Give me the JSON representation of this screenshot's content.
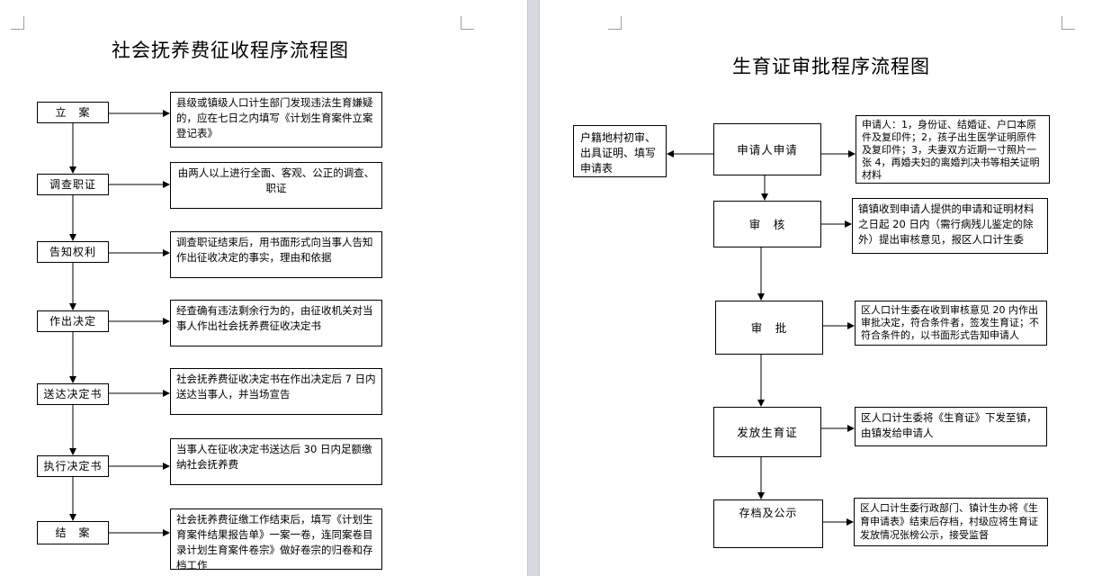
{
  "left_page": {
    "title": "社会抚养费征收程序流程图",
    "steps": [
      {
        "label": "立　案",
        "desc": "县级或镇级人口计生部门发现违法生育嫌疑的，应在七日之内填写《计划生育案件立案登记表》"
      },
      {
        "label": "调查职证",
        "desc": "由两人以上进行全面、客观、公正的调查、职证"
      },
      {
        "label": "告知权利",
        "desc": "调查职证结束后，用书面形式向当事人告知作出征收决定的事实，理由和依据"
      },
      {
        "label": "作出决定",
        "desc": "经查确有违法剩余行为的，由征收机关对当事人作出社会抚养费征收决定书"
      },
      {
        "label": "送达决定书",
        "desc": "社会抚养费征收决定书在作出决定后 7 日内送达当事人，并当场宣告"
      },
      {
        "label": "执行决定书",
        "desc": "当事人在征收决定书送达后 30 日内足额缴纳社会抚养费"
      },
      {
        "label": "结　案",
        "desc": "社会抚养费征缴工作结束后，填写《计划生育案件结果报告单》一案一卷，连同案卷目录计划生育案件卷宗》做好卷宗的归卷和存档工作"
      }
    ]
  },
  "right_page": {
    "title": "生育证审批程序流程图",
    "side_note": "户籍地村初审、出具证明、填写申请表",
    "steps": [
      {
        "label": "申请人申请",
        "desc": "申请人：1，身份证、结婚证、户口本原件及复印件；2，孩子出生医学证明原件及复印件；3，夫妻双方近期一寸照片一张 4，再婚夫妇的离婚判决书等相关证明材料"
      },
      {
        "label": "审　核",
        "desc": "镇镇收到申请人提供的申请和证明材料之日起 20 日内（需行病残儿鉴定的除外）提出审核意见，报区人口计生委"
      },
      {
        "label": "审　批",
        "desc": "区人口计生委在收到审核意见 20 内作出审批决定，符合条件者，签发生育证；不符合条件的，以书面形式告知申请人"
      },
      {
        "label": "发放生育证",
        "desc": "区人口计生委将《生育证》下发至镇，由镇发给申请人"
      },
      {
        "label": "存档及公示",
        "desc": "区人口计生委行政部门、镇计生办将《生育申请表》结束后存档，村级应将生育证发放情况张榜公示，接受监督"
      }
    ]
  }
}
